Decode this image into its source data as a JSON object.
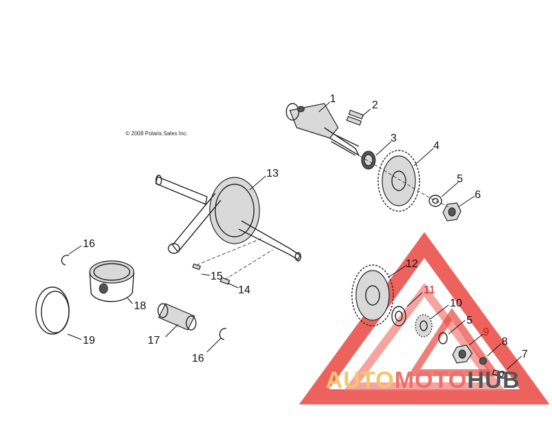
{
  "copyright": "© 2008 Polaris Sales Inc.",
  "callouts": [
    "1",
    "2",
    "3",
    "4",
    "5",
    "6",
    "13",
    "16",
    "15",
    "14",
    "18",
    "19",
    "17",
    "16",
    "12",
    "11",
    "10",
    "5",
    "9",
    "8",
    "7"
  ],
  "watermark": {
    "part1": "AUTO",
    "part2": "MOTO",
    "part3": "HUB",
    "colors": {
      "auto": "#f6c56b",
      "moto": "#ef6f6a",
      "hub": "#555555",
      "triangle": "#e8332c"
    }
  }
}
